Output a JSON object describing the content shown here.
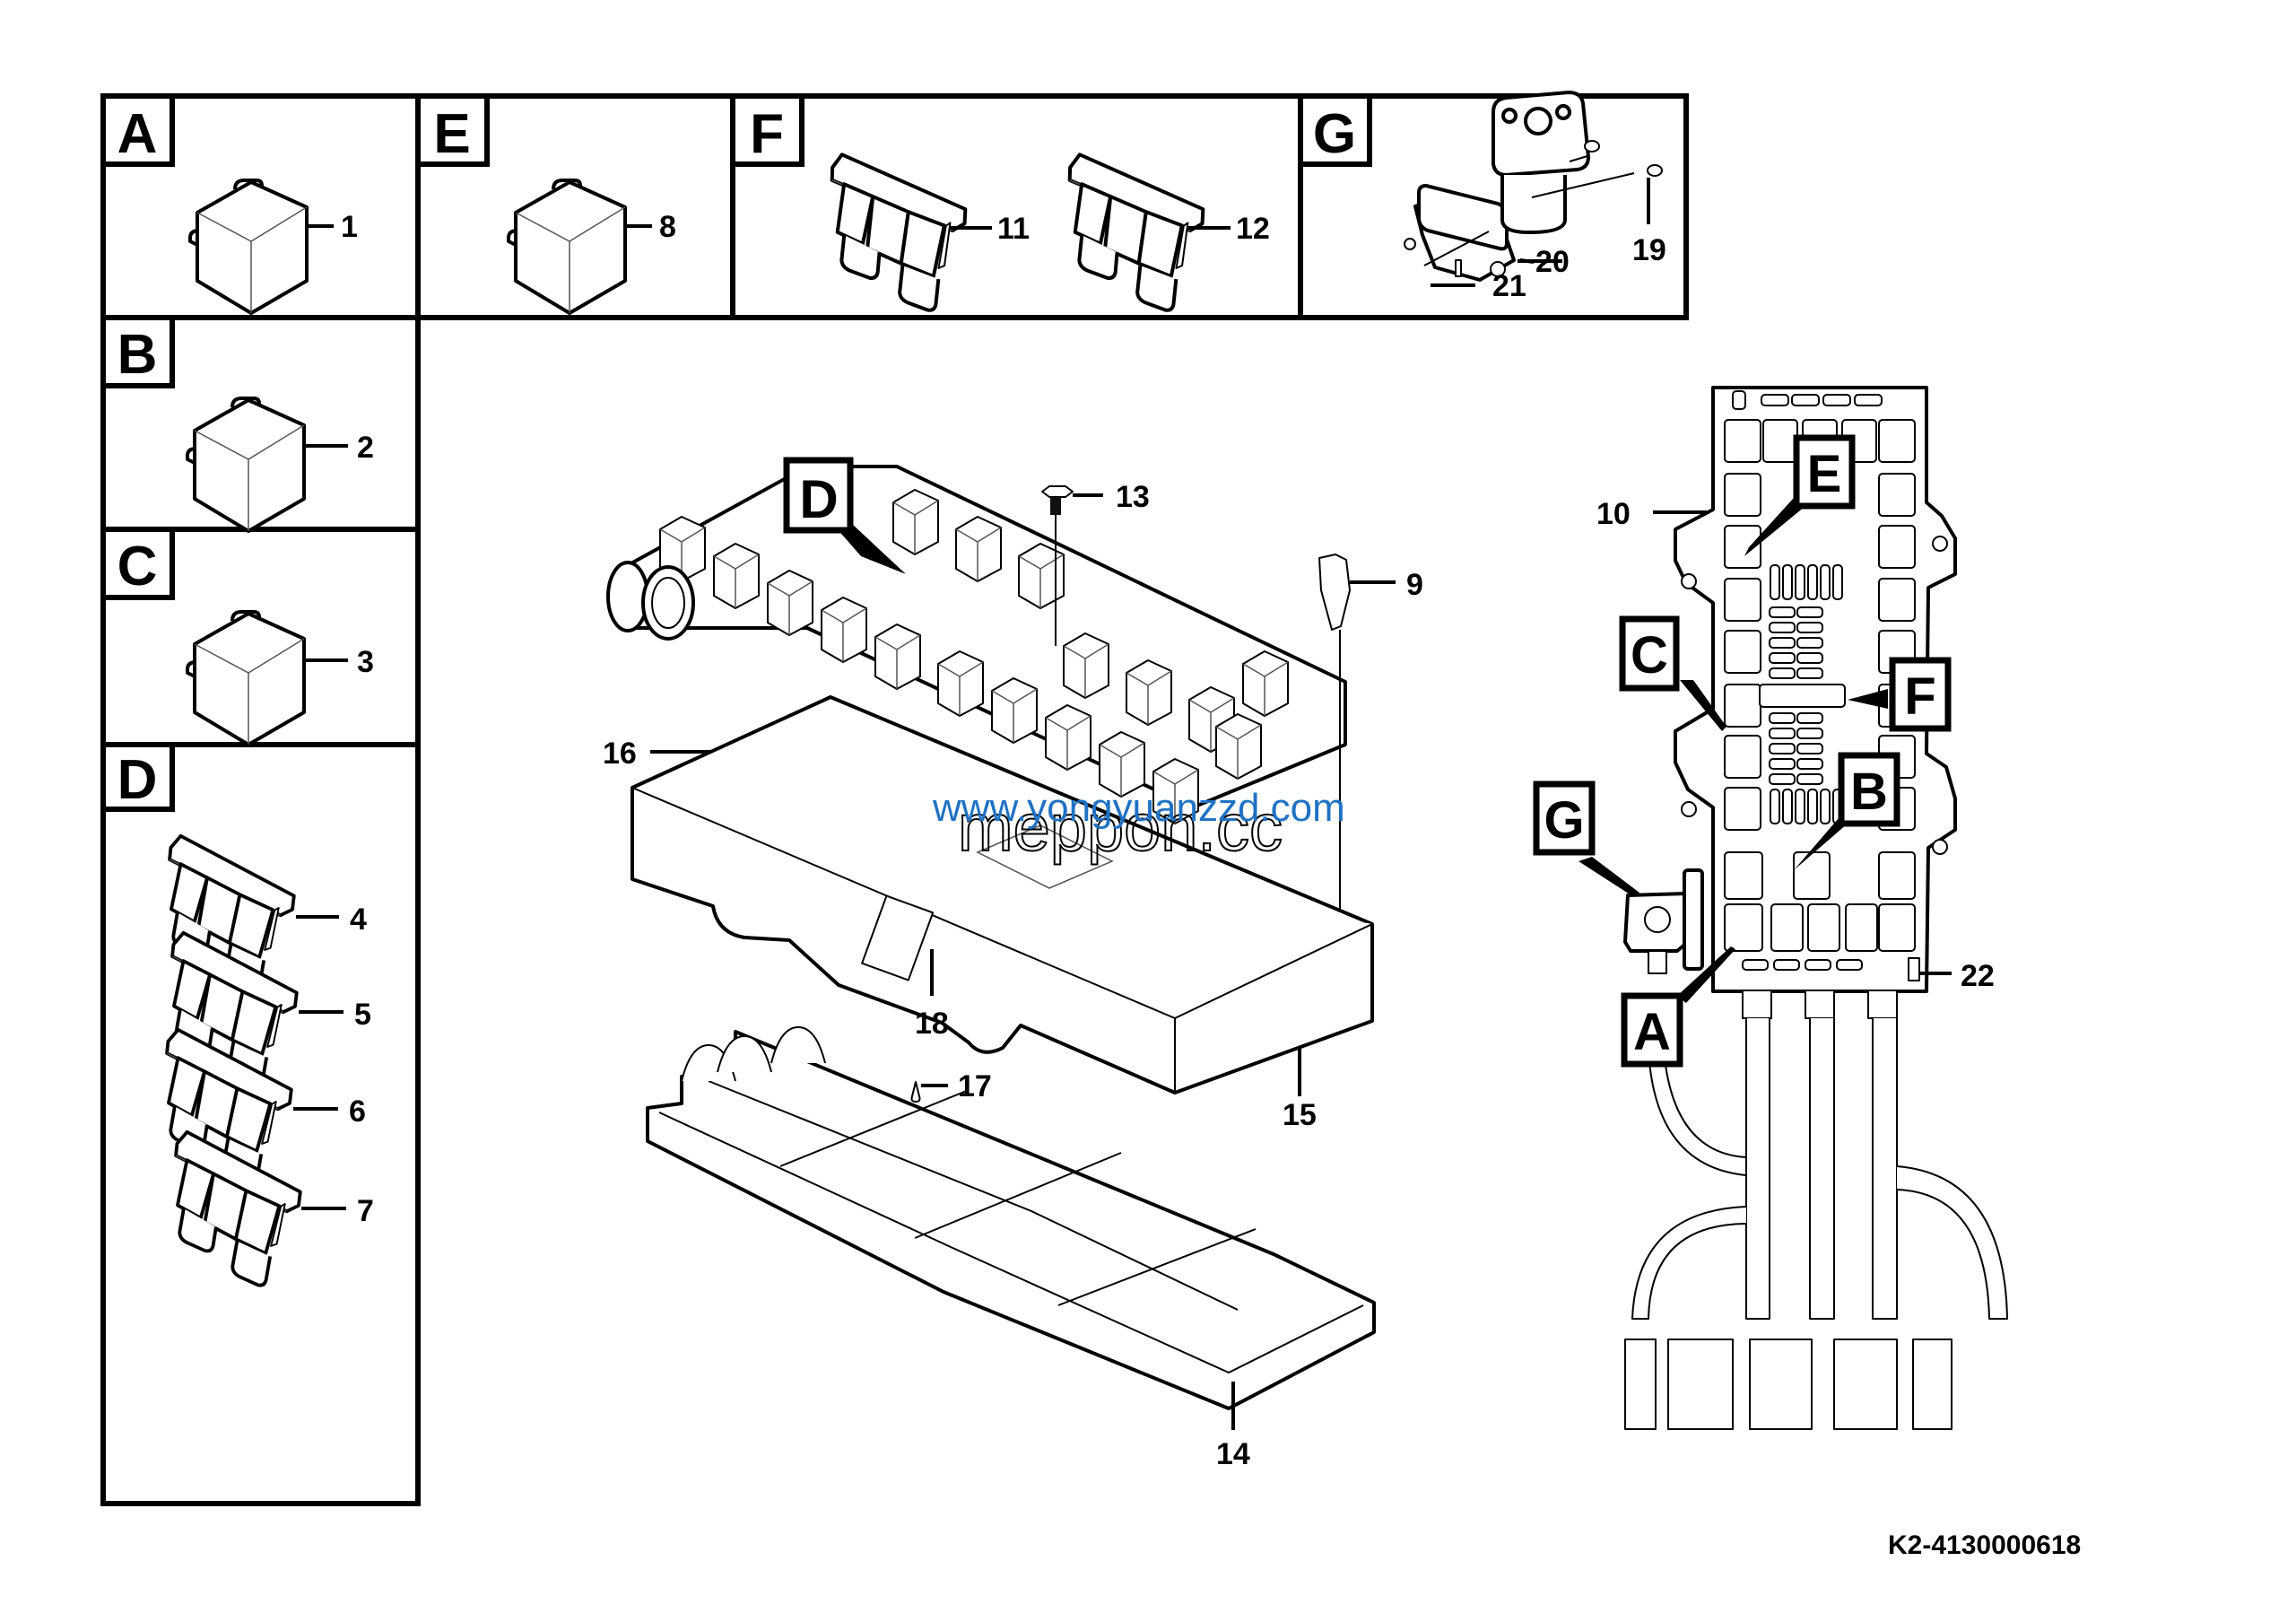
{
  "document": {
    "type": "exploded parts diagram",
    "drawing_id": "K2-4130000618"
  },
  "detail_panels": [
    {
      "letter": "A",
      "part_kind": "relay",
      "items": [
        "1"
      ]
    },
    {
      "letter": "E",
      "part_kind": "relay",
      "items": [
        "8"
      ]
    },
    {
      "letter": "F",
      "part_kind": "blade fuse",
      "items": [
        "11",
        "12"
      ]
    },
    {
      "letter": "G",
      "part_kind": "main relay with bracket",
      "items": [
        "20",
        "19",
        "21"
      ]
    },
    {
      "letter": "B",
      "part_kind": "relay",
      "items": [
        "2"
      ]
    },
    {
      "letter": "C",
      "part_kind": "relay",
      "items": [
        "3"
      ]
    },
    {
      "letter": "D",
      "part_kind": "blade fuse",
      "items": [
        "4",
        "5",
        "6",
        "7"
      ]
    }
  ],
  "main_assembly": {
    "callout_letters": [
      "D"
    ],
    "items": [
      "13",
      "9",
      "16",
      "18",
      "15",
      "17",
      "14"
    ]
  },
  "location_view": {
    "callout_letters": [
      "E",
      "C",
      "F",
      "G",
      "B",
      "A"
    ],
    "items": [
      "10",
      "22"
    ]
  },
  "watermarks": {
    "primary": "www.yongyuanzzd.com",
    "secondary": "meppon.cc",
    "primary_color": "#1f72c4"
  }
}
